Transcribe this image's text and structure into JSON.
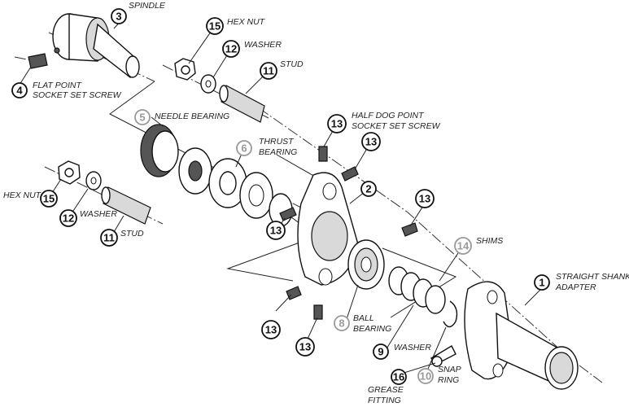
{
  "diagram": {
    "callouts": [
      {
        "id": "spindle",
        "number": "3",
        "label": "SPINDLE"
      },
      {
        "id": "set-screw-flat",
        "number": "4",
        "label1": "FLAT POINT",
        "label2": "SOCKET SET SCREW"
      },
      {
        "id": "hex-nut-top",
        "number": "15",
        "label": "HEX NUT"
      },
      {
        "id": "washer-top",
        "number": "12",
        "label": "WASHER"
      },
      {
        "id": "stud-top",
        "number": "11",
        "label": "STUD"
      },
      {
        "id": "needle-bearing",
        "number": "5",
        "label": "NEEDLE BEARING"
      },
      {
        "id": "thrust-bearing",
        "number": "6",
        "label1": "THRUST",
        "label2": "BEARING"
      },
      {
        "id": "half-dog-screw",
        "number": "13",
        "label1": "HALF DOG POINT",
        "label2": "SOCKET SET SCREW"
      },
      {
        "id": "hex-nut-left",
        "number": "15",
        "label": "HEX NUT"
      },
      {
        "id": "washer-left",
        "number": "12",
        "label": "WASHER"
      },
      {
        "id": "stud-left",
        "number": "11",
        "label": "STUD"
      },
      {
        "id": "housing",
        "number": "2"
      },
      {
        "id": "shims",
        "number": "14",
        "label": "SHIMS"
      },
      {
        "id": "adapter",
        "number": "1",
        "label1": "STRAIGHT SHANK",
        "label2": "ADAPTER"
      },
      {
        "id": "ball-bearing",
        "number": "8",
        "label1": "BALL",
        "label2": "BEARING"
      },
      {
        "id": "washer-bottom",
        "number": "9",
        "label": "WASHER"
      },
      {
        "id": "grease-fitting",
        "number": "16",
        "label1": "GREASE",
        "label2": "FITTING"
      },
      {
        "id": "snap-ring",
        "number": "10",
        "label1": "SNAP",
        "label2": "RING"
      },
      {
        "id": "screw-13-a",
        "number": "13"
      },
      {
        "id": "screw-13-b",
        "number": "13"
      },
      {
        "id": "screw-13-c",
        "number": "13"
      },
      {
        "id": "screw-13-d",
        "number": "13"
      },
      {
        "id": "screw-13-e",
        "number": "13"
      },
      {
        "id": "screw-13-f",
        "number": "13"
      }
    ]
  }
}
